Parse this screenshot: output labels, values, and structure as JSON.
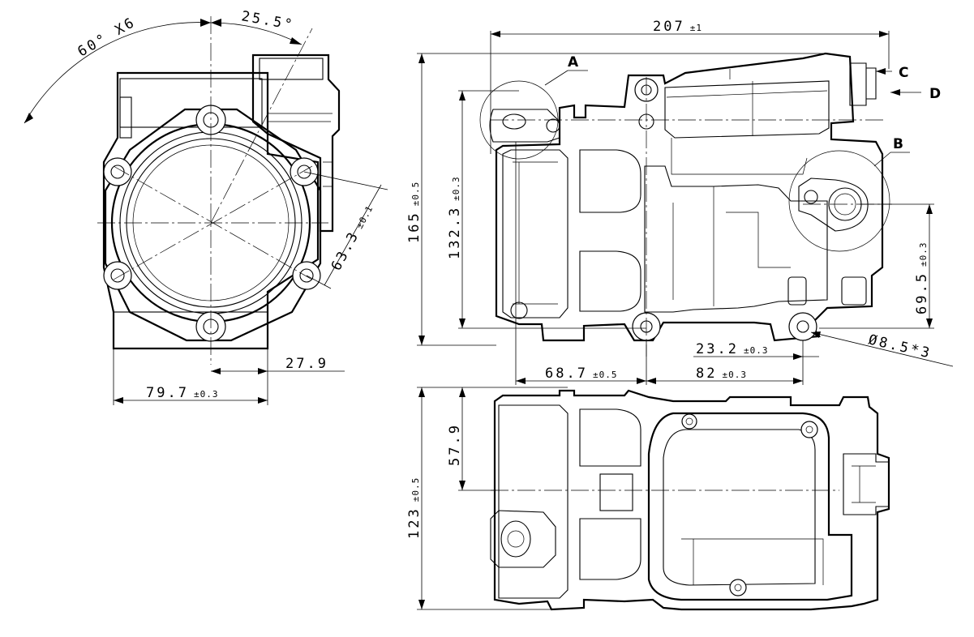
{
  "dimensions": {
    "angle_pattern": "60° X6",
    "angle_offset": "25.5°",
    "bolt_circle_radius": "63.3",
    "bolt_circle_radius_tol": "±0.1",
    "front_offset": "27.9",
    "front_width": "79.7",
    "front_width_tol": "±0.3",
    "overall_length": "207",
    "overall_length_tol": "±1",
    "overall_height": "165",
    "overall_height_tol": "±0.5",
    "mount_span_vertical": "132.3",
    "mount_span_vertical_tol": "±0.3",
    "mount_b_height": "69.5",
    "mount_b_height_tol": "±0.3",
    "mount_offset": "23.2",
    "mount_offset_tol": "±0.3",
    "mount_horizontal_a": "68.7",
    "mount_horizontal_a_tol": "±0.5",
    "mount_horizontal_b": "82",
    "mount_horizontal_b_tol": "±0.3",
    "hole_diameter": "Ø8.5*3",
    "width_top_view": "123",
    "width_top_view_tol": "±0.5",
    "center_offset_top": "57.9"
  },
  "callouts": {
    "a": "A",
    "b": "B",
    "c": "C",
    "d": "D"
  },
  "colors": {
    "line": "#000000",
    "background": "#ffffff"
  }
}
